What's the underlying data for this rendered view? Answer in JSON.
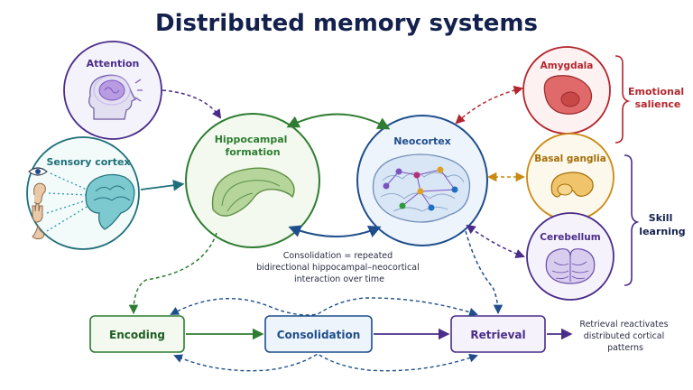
{
  "title": "Distributed memory systems",
  "nodes": {
    "attention": "Attention",
    "sensory": "Sensory cortex",
    "hippocampal": [
      "Hippocampal",
      "formation"
    ],
    "neocortex": "Neocortex",
    "amygdala": "Amygdala",
    "basal": "Basal ganglia",
    "cerebellum": "Cerebellum"
  },
  "brackets": {
    "emotional": [
      "Emotional",
      "salience"
    ],
    "skill": [
      "Skill",
      "learning"
    ]
  },
  "consolidation_note": [
    "Consolidation = repeated",
    "bidirectional hippocampal–neocortical",
    "interaction over time"
  ],
  "stages": {
    "encoding": "Encoding",
    "consolidation": "Consolidation",
    "retrieval": "Retrieval"
  },
  "retrieval_note": [
    "Retrieval reactivates",
    "distributed cortical",
    "patterns"
  ],
  "colors": {
    "navy": "#14214d",
    "green": "#2e7d32",
    "blue": "#1f4e8c",
    "purple": "#4a2d8a",
    "red": "#b3262e",
    "amber": "#c98a12"
  }
}
